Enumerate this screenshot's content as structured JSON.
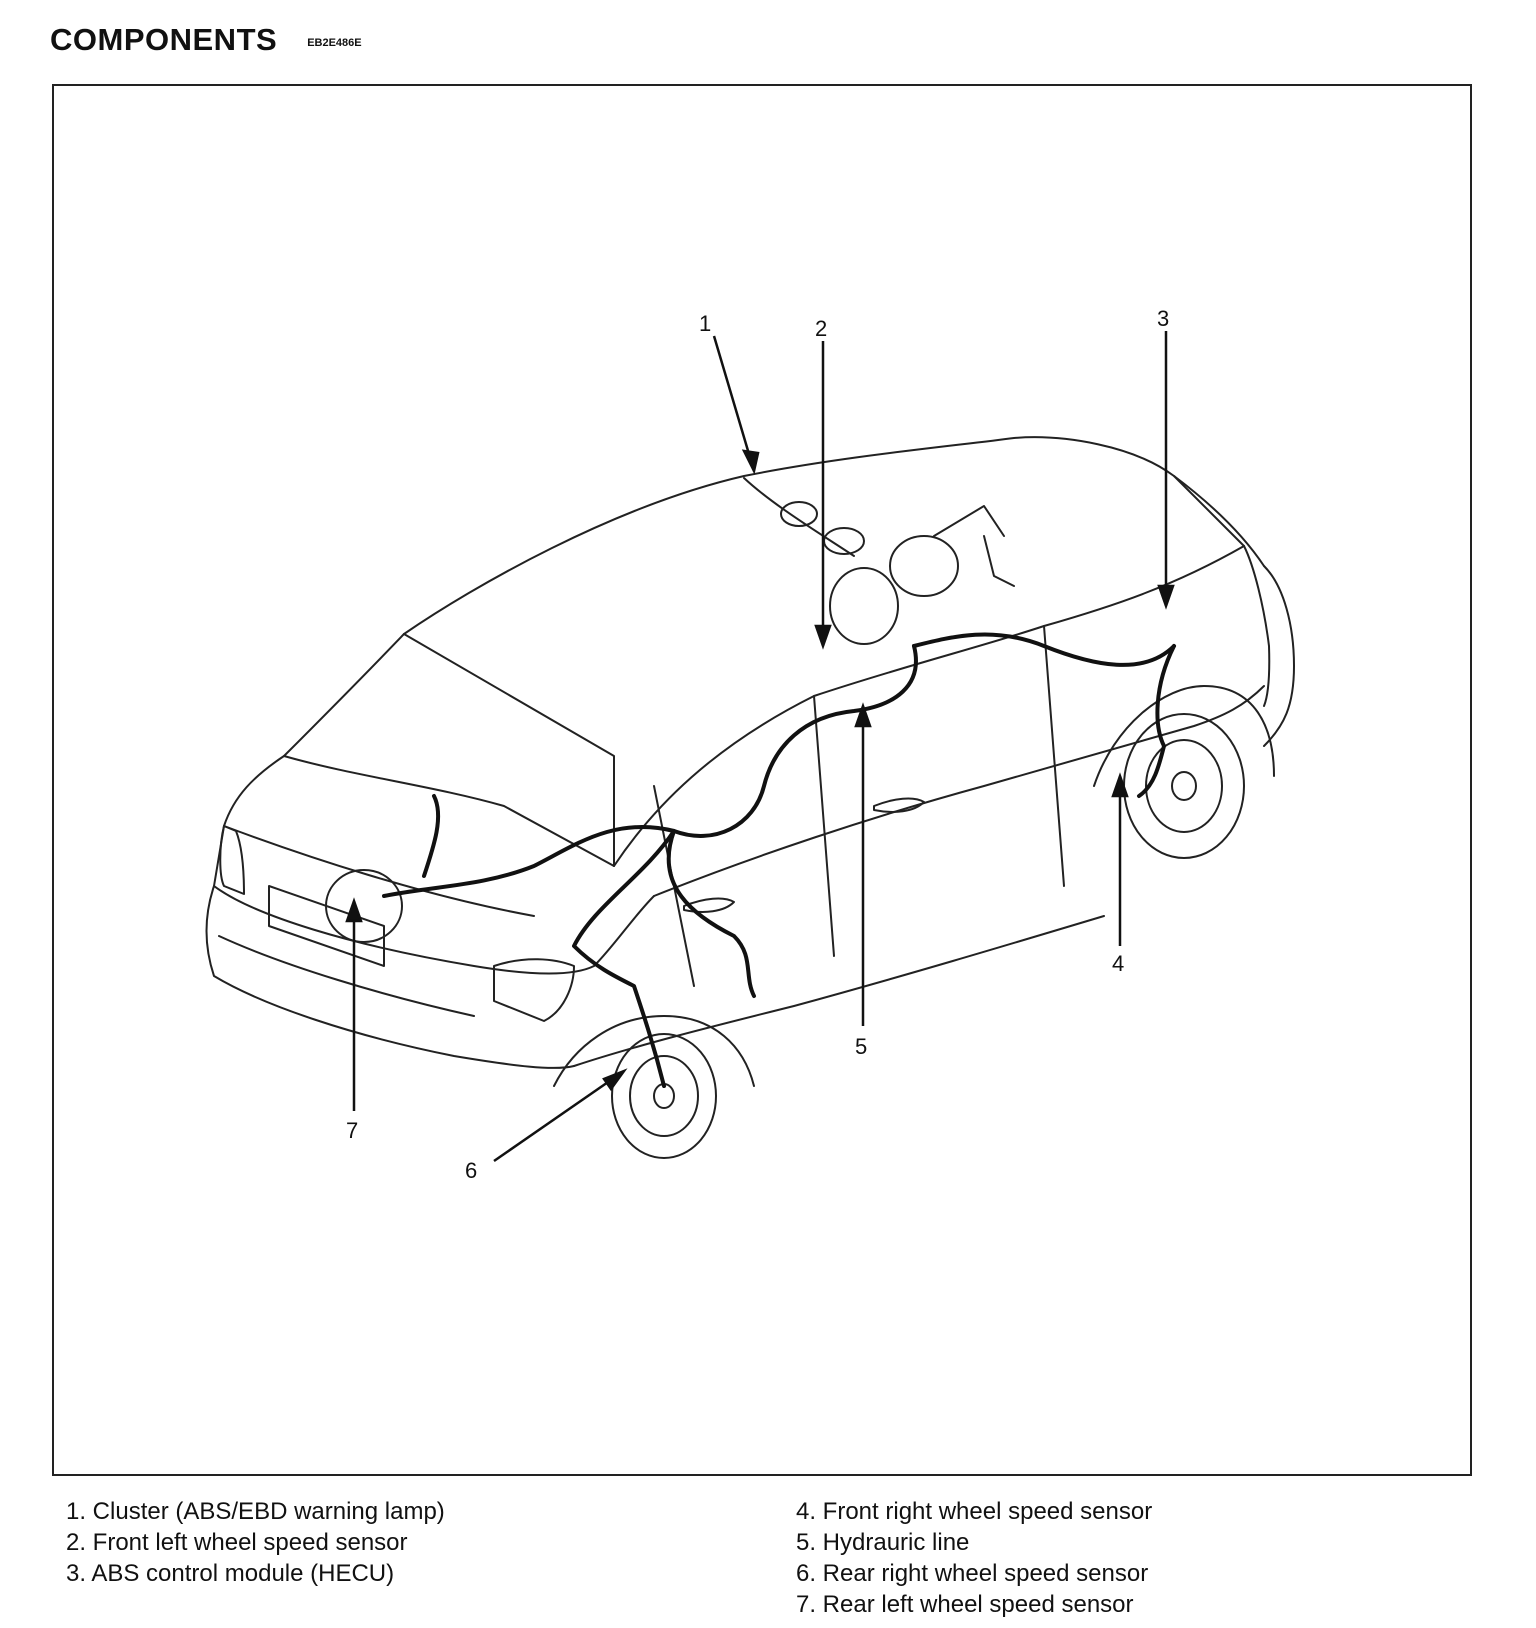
{
  "header": {
    "title": "COMPONENTS",
    "code": "EB2E486E"
  },
  "diagram": {
    "callouts": [
      "1",
      "2",
      "3",
      "4",
      "5",
      "6",
      "7"
    ]
  },
  "legend": {
    "left": [
      "1. Cluster (ABS/EBD warning lamp)",
      "2. Front left wheel speed sensor",
      "3. ABS control module (HECU)"
    ],
    "right": [
      "4. Front right wheel speed sensor",
      "5. Hydrauric line",
      "6. Rear right wheel speed sensor",
      "7. Rear left wheel speed sensor"
    ]
  }
}
